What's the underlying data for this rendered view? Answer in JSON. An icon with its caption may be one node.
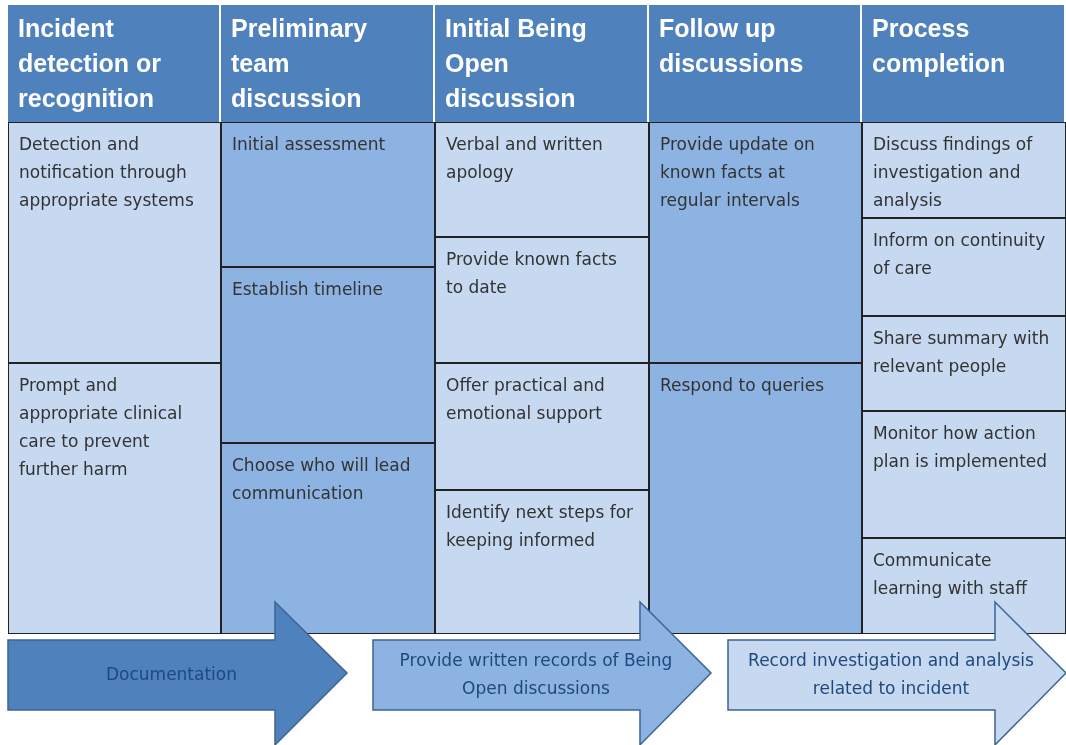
{
  "diagram": {
    "nodes": [
      {
        "text": [
          "Incident detection or recognition"
        ]
      },
      {
        "text": [
          "Preliminary team discussion"
        ]
      },
      {
        "text": [
          "Initial Being Open discussion"
        ]
      },
      {
        "text": [
          "Follow up discussions"
        ]
      },
      {
        "text": [
          "Process completion"
        ]
      },
      {
        "text": [
          "Detection and notification through appropriate systems"
        ]
      },
      {
        "text": [
          "Prompt and appropriate clinical care to prevent further harm"
        ]
      },
      {
        "text": [
          "Initial assessment"
        ]
      },
      {
        "text": [
          "Establish timeline"
        ]
      },
      {
        "text": [
          "Choose who will lead communication"
        ]
      },
      {
        "text": [
          "Verbal and written apology"
        ]
      },
      {
        "text": [
          "Provide known facts to date"
        ]
      },
      {
        "text": [
          "Offer practical and emotional support"
        ]
      },
      {
        "text": [
          "Identify next steps for keeping informed"
        ]
      },
      {
        "text": [
          "Provide update on known facts at regular intervals"
        ]
      },
      {
        "text": [
          "Respond to queries"
        ]
      },
      {
        "text": [
          "Discuss findings of investigation and analysis"
        ]
      },
      {
        "text": [
          "Inform on continuity of care"
        ]
      },
      {
        "text": [
          "Share summary with relevant people"
        ]
      },
      {
        "text": [
          "Monitor how action plan is implemented"
        ]
      },
      {
        "text": [
          "Communicate learning with staff"
        ]
      },
      {
        "text": [
          "Documentation"
        ]
      },
      {
        "text": [
          "Provide written records of Being Open discussions"
        ]
      },
      {
        "text": [
          "Record investigation and analysis related to incident"
        ]
      }
    ]
  }
}
